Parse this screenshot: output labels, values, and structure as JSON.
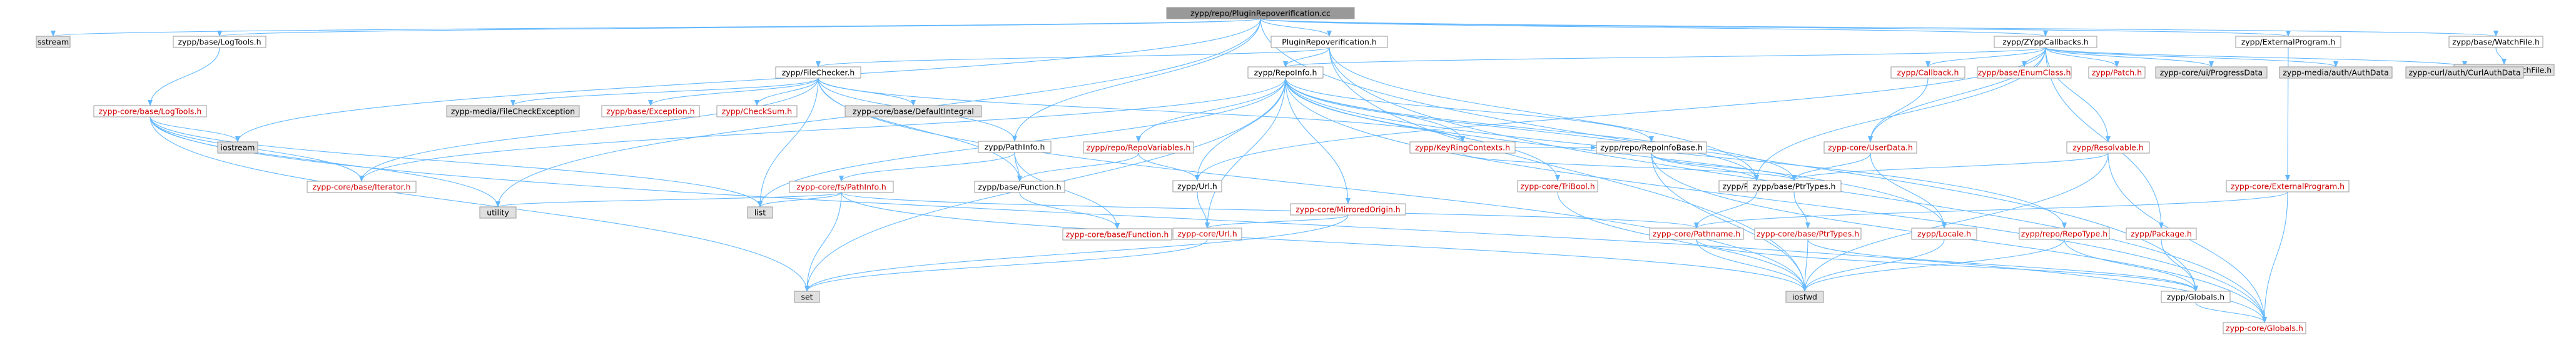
{
  "colors": {
    "edge": "#63b8ff",
    "text_default": "#000000",
    "text_red": "#d20000",
    "fill_default": "#ffffff",
    "fill_grey": "#e0e0e0",
    "fill_root": "#999999",
    "border": "#999999"
  },
  "nodes": [
    {
      "id": "root",
      "label": "zypp/repo/PluginRepoverification.cc",
      "style": "root"
    },
    {
      "id": "sstream",
      "label": "sstream",
      "style": "grey"
    },
    {
      "id": "logtools1",
      "label": "zypp/base/LogTools.h",
      "style": "normal"
    },
    {
      "id": "pluginrepo",
      "label": "PluginRepoverification.h",
      "style": "normal"
    },
    {
      "id": "zyppcallback",
      "label": "zypp/ZYppCallbacks.h",
      "style": "normal"
    },
    {
      "id": "extprog",
      "label": "zypp/ExternalProgram.h",
      "style": "normal"
    },
    {
      "id": "watchfile",
      "label": "zypp/base/WatchFile.h",
      "style": "normal"
    },
    {
      "id": "corewatchfile",
      "label": "zypp-core/fs/WatchFile.h",
      "style": "grey"
    },
    {
      "id": "corelogtools",
      "label": "zypp-core/base/LogTools.h",
      "style": "red"
    },
    {
      "id": "iostream",
      "label": "iostream",
      "style": "grey"
    },
    {
      "id": "filechecker",
      "label": "zypp/FileChecker.h",
      "style": "normal"
    },
    {
      "id": "repoinfo",
      "label": "zypp/RepoInfo.h",
      "style": "normal"
    },
    {
      "id": "filecheckexc",
      "label": "zypp-media/FileCheckException",
      "style": "grey"
    },
    {
      "id": "baseexception",
      "label": "zypp/base/Exception.h",
      "style": "red"
    },
    {
      "id": "checksum",
      "label": "zypp/CheckSum.h",
      "style": "red"
    },
    {
      "id": "defaultintegral",
      "label": "zypp-core/base/DefaultIntegral",
      "style": "grey"
    },
    {
      "id": "pathinfo",
      "label": "zypp/PathInfo.h",
      "style": "normal"
    },
    {
      "id": "iterator",
      "label": "zypp-core/base/Iterator.h",
      "style": "red"
    },
    {
      "id": "fspathinfo",
      "label": "zypp-core/fs/PathInfo.h",
      "style": "red"
    },
    {
      "id": "basefunction",
      "label": "zypp/base/Function.h",
      "style": "normal"
    },
    {
      "id": "corefunction",
      "label": "zypp-core/base/Function.h",
      "style": "red"
    },
    {
      "id": "utility",
      "label": "utility",
      "style": "grey"
    },
    {
      "id": "list",
      "label": "list",
      "style": "grey"
    },
    {
      "id": "set",
      "label": "set",
      "style": "grey"
    },
    {
      "id": "repovariables",
      "label": "zypp/repo/RepoVariables.h",
      "style": "red"
    },
    {
      "id": "keyring",
      "label": "zypp/KeyRingContexts.h",
      "style": "red"
    },
    {
      "id": "mirroredorigin",
      "label": "zypp-core/MirroredOrigin.h",
      "style": "red"
    },
    {
      "id": "urlh",
      "label": "zypp/Url.h",
      "style": "normal"
    },
    {
      "id": "coreurl",
      "label": "zypp-core/Url.h",
      "style": "red"
    },
    {
      "id": "tribool",
      "label": "zypp-core/TriBool.h",
      "style": "red"
    },
    {
      "id": "repoinfobase",
      "label": "zypp/repo/RepoInfoBase.h",
      "style": "normal"
    },
    {
      "id": "pathname",
      "label": "zypp/Pathname.h",
      "style": "normal"
    },
    {
      "id": "corepathname",
      "label": "zypp-core/Pathname.h",
      "style": "red"
    },
    {
      "id": "ptrtypes",
      "label": "zypp/base/PtrTypes.h",
      "style": "normal"
    },
    {
      "id": "coreptrtypes",
      "label": "zypp-core/base/PtrTypes.h",
      "style": "red"
    },
    {
      "id": "callback",
      "label": "zypp/Callback.h",
      "style": "red"
    },
    {
      "id": "enumclass",
      "label": "zypp/base/EnumClass.h",
      "style": "red"
    },
    {
      "id": "patch",
      "label": "zypp/Patch.h",
      "style": "red"
    },
    {
      "id": "progressdata",
      "label": "zypp-core/ui/ProgressData",
      "style": "grey"
    },
    {
      "id": "authdata",
      "label": "zypp-media/auth/AuthData",
      "style": "grey"
    },
    {
      "id": "curlauth",
      "label": "zypp-curl/auth/CurlAuthData",
      "style": "grey"
    },
    {
      "id": "userdata",
      "label": "zypp-core/UserData.h",
      "style": "red"
    },
    {
      "id": "resolvable",
      "label": "zypp/Resolvable.h",
      "style": "red"
    },
    {
      "id": "coreextprog",
      "label": "zypp-core/ExternalProgram.h",
      "style": "red"
    },
    {
      "id": "package",
      "label": "zypp/Package.h",
      "style": "red"
    },
    {
      "id": "locale",
      "label": "zypp/Locale.h",
      "style": "red"
    },
    {
      "id": "repotype",
      "label": "zypp/repo/RepoType.h",
      "style": "red"
    },
    {
      "id": "iosfwd",
      "label": "iosfwd",
      "style": "grey"
    },
    {
      "id": "globals",
      "label": "zypp/Globals.h",
      "style": "normal"
    },
    {
      "id": "coreglobals",
      "label": "zypp-core/Globals.h",
      "style": "red"
    }
  ],
  "edges": [
    [
      "root",
      "sstream"
    ],
    [
      "root",
      "logtools1"
    ],
    [
      "root",
      "pluginrepo"
    ],
    [
      "root",
      "zyppcallback"
    ],
    [
      "root",
      "extprog"
    ],
    [
      "root",
      "watchfile"
    ],
    [
      "root",
      "iostream"
    ],
    [
      "root",
      "utility"
    ],
    [
      "root",
      "pathinfo"
    ],
    [
      "root",
      "globals"
    ],
    [
      "logtools1",
      "corelogtools"
    ],
    [
      "corelogtools",
      "iostream"
    ],
    [
      "corelogtools",
      "iterator"
    ],
    [
      "corelogtools",
      "list"
    ],
    [
      "corelogtools",
      "set"
    ],
    [
      "corelogtools",
      "coreglobals"
    ],
    [
      "corelogtools",
      "utility"
    ],
    [
      "watchfile",
      "corewatchfile"
    ],
    [
      "extprog",
      "coreextprog"
    ],
    [
      "coreextprog",
      "coreglobals"
    ],
    [
      "coreextprog",
      "corepathname"
    ],
    [
      "pluginrepo",
      "filechecker"
    ],
    [
      "pluginrepo",
      "repoinfo"
    ],
    [
      "pluginrepo",
      "pathname"
    ],
    [
      "pluginrepo",
      "iosfwd"
    ],
    [
      "pluginrepo",
      "coreglobals"
    ],
    [
      "filechecker",
      "filecheckexc"
    ],
    [
      "filechecker",
      "baseexception"
    ],
    [
      "filechecker",
      "checksum"
    ],
    [
      "filechecker",
      "defaultintegral"
    ],
    [
      "filechecker",
      "pathinfo"
    ],
    [
      "filechecker",
      "iterator"
    ],
    [
      "filechecker",
      "list"
    ],
    [
      "filechecker",
      "basefunction"
    ],
    [
      "filechecker",
      "keyring"
    ],
    [
      "filechecker",
      "iosfwd"
    ],
    [
      "pathinfo",
      "fspathinfo"
    ],
    [
      "pathinfo",
      "basefunction"
    ],
    [
      "pathinfo",
      "corefunction"
    ],
    [
      "fspathinfo",
      "utility"
    ],
    [
      "fspathinfo",
      "list"
    ],
    [
      "fspathinfo",
      "set"
    ],
    [
      "fspathinfo",
      "iosfwd"
    ],
    [
      "fspathinfo",
      "corepathname"
    ],
    [
      "basefunction",
      "corefunction"
    ],
    [
      "repoinfo",
      "list"
    ],
    [
      "repoinfo",
      "set"
    ],
    [
      "repoinfo",
      "iterator"
    ],
    [
      "repoinfo",
      "repovariables"
    ],
    [
      "repoinfo",
      "keyring"
    ],
    [
      "repoinfo",
      "mirroredorigin"
    ],
    [
      "repoinfo",
      "urlh"
    ],
    [
      "repoinfo",
      "coreurl"
    ],
    [
      "repoinfo",
      "tribool"
    ],
    [
      "repoinfo",
      "repoinfobase"
    ],
    [
      "repoinfo",
      "ptrtypes"
    ],
    [
      "repoinfo",
      "pathname"
    ],
    [
      "repoinfo",
      "repotype"
    ],
    [
      "repoinfo",
      "locale"
    ],
    [
      "repoinfo",
      "coreglobals"
    ],
    [
      "repovariables",
      "basefunction"
    ],
    [
      "repovariables",
      "urlh"
    ],
    [
      "urlh",
      "coreurl"
    ],
    [
      "keyring",
      "ptrtypes"
    ],
    [
      "keyring",
      "repoinfobase"
    ],
    [
      "mirroredorigin",
      "coreurl"
    ],
    [
      "mirroredorigin",
      "set"
    ],
    [
      "coreurl",
      "set"
    ],
    [
      "tribool",
      "iosfwd"
    ],
    [
      "repoinfobase",
      "ptrtypes"
    ],
    [
      "repoinfobase",
      "pathname"
    ],
    [
      "repoinfobase",
      "iosfwd"
    ],
    [
      "repoinfobase",
      "coreglobals"
    ],
    [
      "pathname",
      "corepathname"
    ],
    [
      "corepathname",
      "iosfwd"
    ],
    [
      "corepathname",
      "globals"
    ],
    [
      "ptrtypes",
      "coreptrtypes"
    ],
    [
      "coreptrtypes",
      "iosfwd"
    ],
    [
      "coreptrtypes",
      "globals"
    ],
    [
      "zyppcallback",
      "repoinfo"
    ],
    [
      "zyppcallback",
      "callback"
    ],
    [
      "zyppcallback",
      "enumclass"
    ],
    [
      "zyppcallback",
      "patch"
    ],
    [
      "zyppcallback",
      "progressdata"
    ],
    [
      "zyppcallback",
      "authdata"
    ],
    [
      "zyppcallback",
      "curlauth"
    ],
    [
      "zyppcallback",
      "userdata"
    ],
    [
      "zyppcallback",
      "resolvable"
    ],
    [
      "zyppcallback",
      "package"
    ],
    [
      "zyppcallback",
      "pathname"
    ],
    [
      "zyppcallback",
      "urlh"
    ],
    [
      "callback",
      "userdata"
    ],
    [
      "userdata",
      "ptrtypes"
    ],
    [
      "userdata",
      "locale"
    ],
    [
      "resolvable",
      "ptrtypes"
    ],
    [
      "resolvable",
      "iosfwd"
    ],
    [
      "resolvable",
      "coreglobals"
    ],
    [
      "package",
      "globals"
    ],
    [
      "locale",
      "iosfwd"
    ],
    [
      "repotype",
      "iosfwd"
    ],
    [
      "repotype",
      "globals"
    ],
    [
      "globals",
      "coreglobals"
    ]
  ]
}
